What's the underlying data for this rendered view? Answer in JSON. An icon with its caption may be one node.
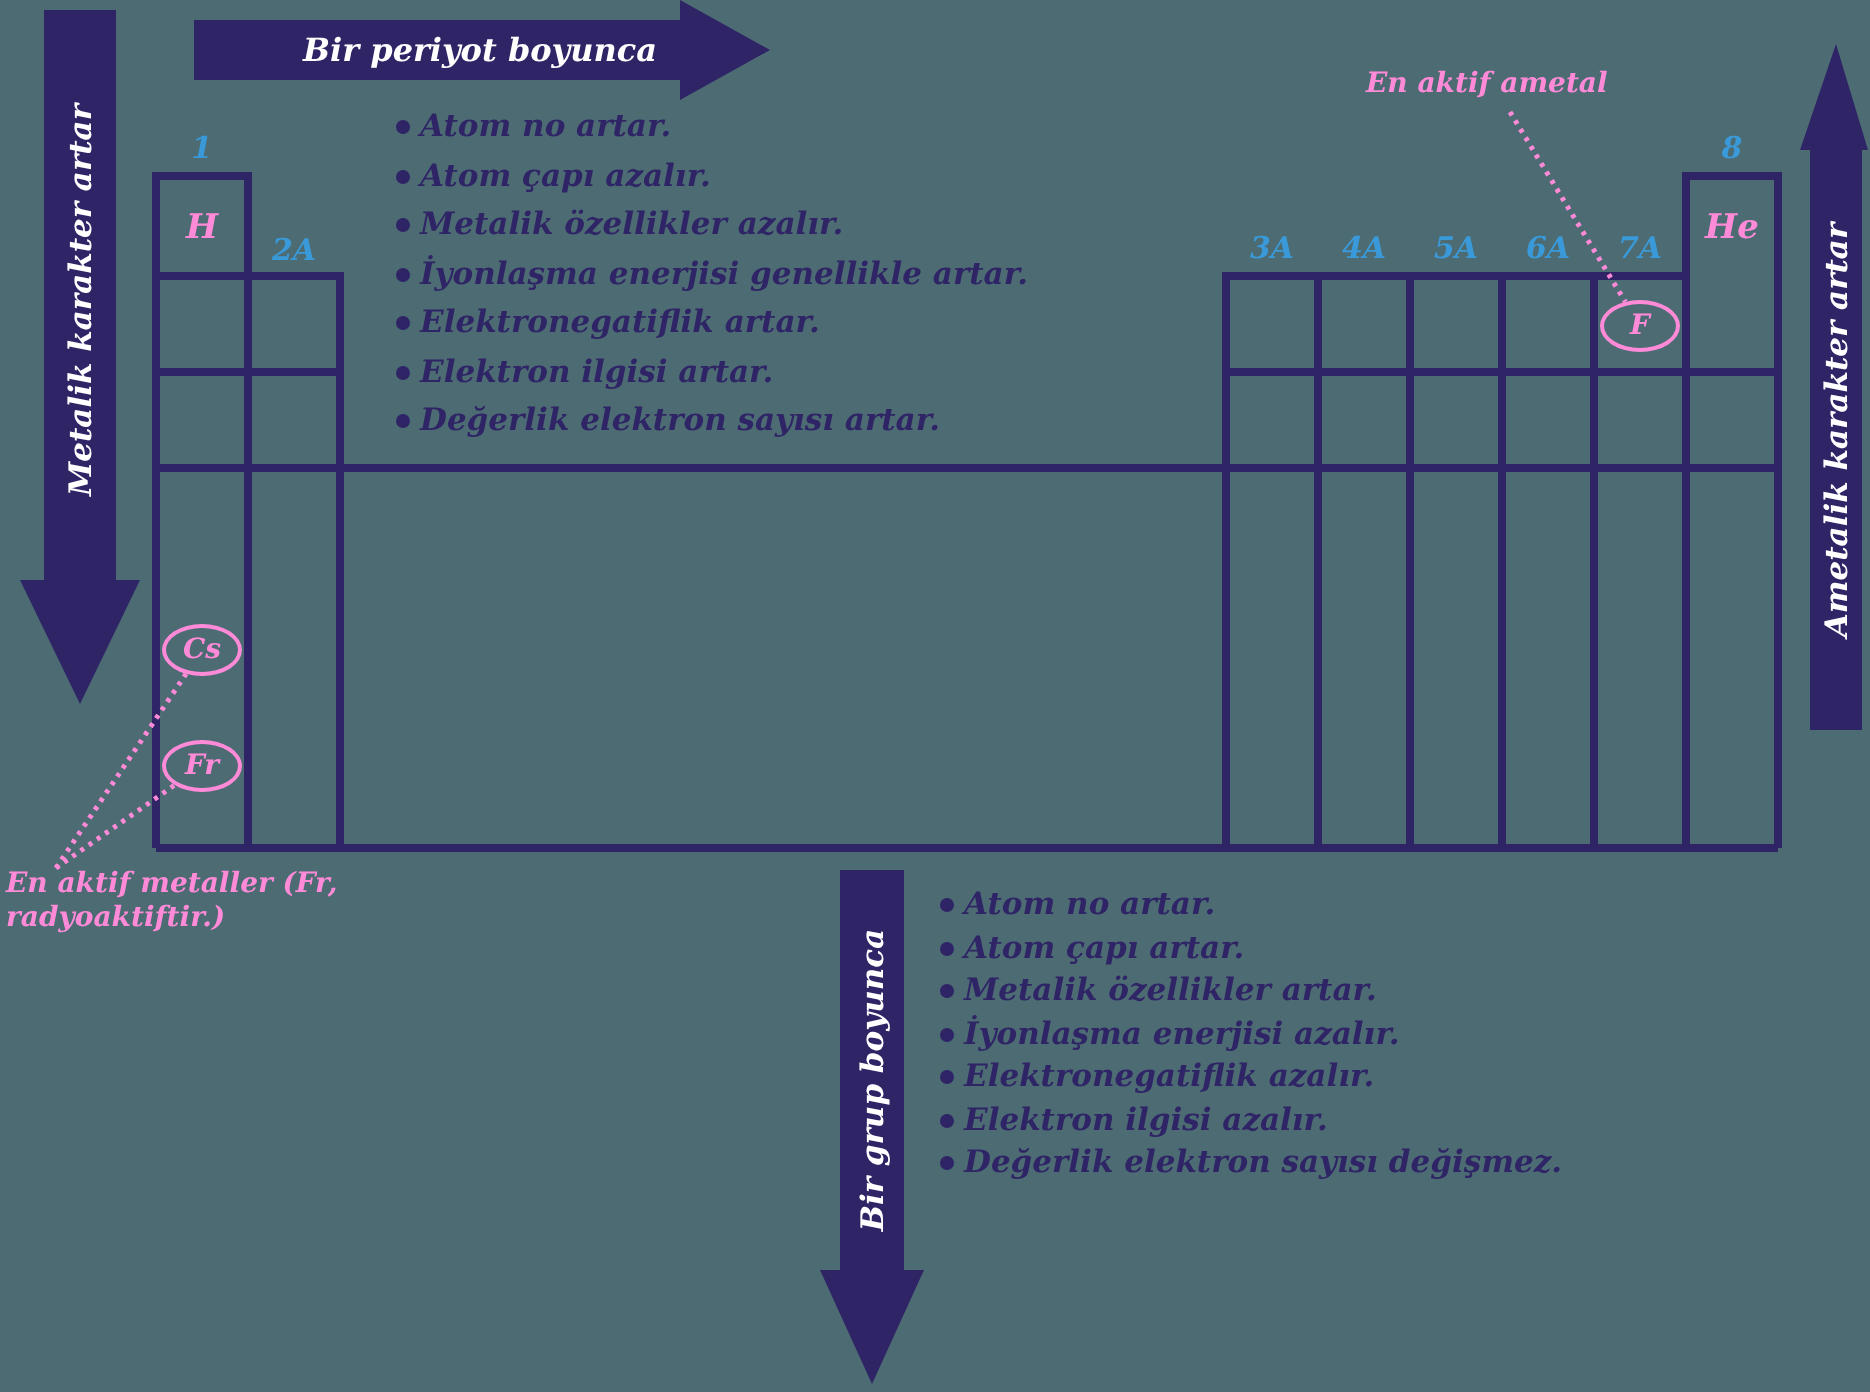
{
  "diagram": {
    "nodes": [
      {
        "text": [
          "En aktif ametal"
        ]
      },
      {
        "text": [
          "F"
        ]
      },
      {
        "text": [
          "Cs"
        ]
      },
      {
        "text": [
          "Fr"
        ]
      },
      {
        "text": [
          "En aktif metaller (Fr, radyoaktiftir.)"
        ]
      }
    ],
    "edges": [
      {
        "from": 0,
        "to": 1,
        "arrow": "none",
        "style": "dashed"
      },
      {
        "from": 4,
        "to": 2,
        "arrow": "none",
        "style": "dashed"
      },
      {
        "from": 4,
        "to": 3,
        "arrow": "none",
        "style": "dashed"
      }
    ],
    "labels": [
      "Bir periyot boyunca",
      "Metalik karakter artar",
      "Atom no artar.",
      "Atom çapı azalır.",
      "Metalik özellikler azalır.",
      "İyonlaşma enerjisi genellikle artar.",
      "Elektronegatiflik artar.",
      "Elektron ilgisi artar.",
      "Değerlik elektron sayısı artar.",
      "1",
      "H",
      "2A",
      "3A",
      "4A",
      "5A",
      "6A",
      "7A",
      "8",
      "He",
      "Ametalik karakter artar",
      "Bir grup boyunca",
      "Atom no artar.",
      "Atom çapı artar.",
      "Metalik özellikler artar.",
      "İyonlaşma enerjisi azalır.",
      "Elektronegatiflik azalır.",
      "Elektron ilgisi azalır.",
      "Değerlik elektron sayısı değişmez."
    ]
  }
}
